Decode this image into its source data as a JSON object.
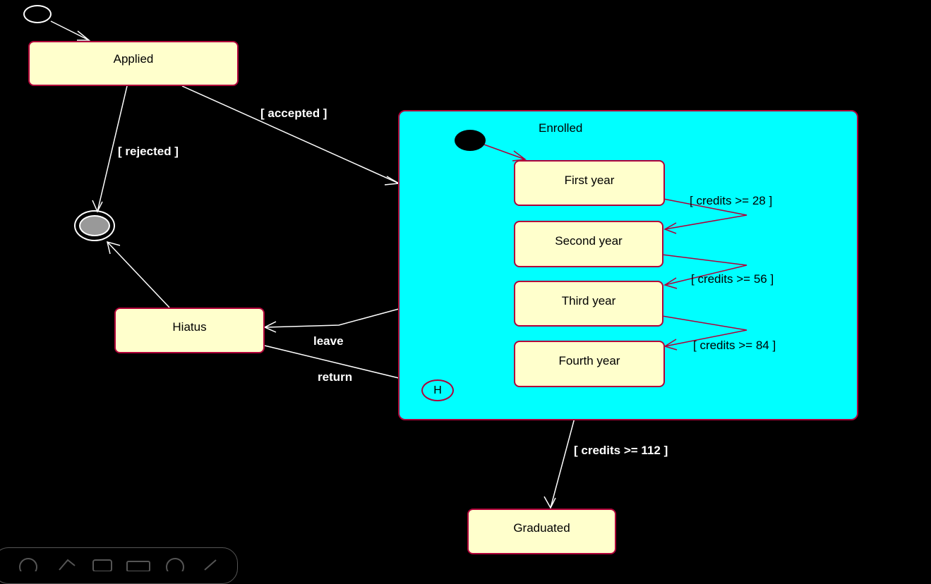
{
  "states": {
    "applied": "Applied",
    "hiatus": "Hiatus",
    "graduated": "Graduated",
    "first_year": "First year",
    "second_year": "Second year",
    "third_year": "Third year",
    "fourth_year": "Fourth year"
  },
  "composite": {
    "title": "Enrolled"
  },
  "history_marker": "H",
  "transitions": {
    "accepted": "[ accepted ]",
    "rejected": "[ rejected ]",
    "leave": "leave",
    "return": "return",
    "credits_28": "[ credits >= 28  ]",
    "credits_56": "[ credits >= 56 ]",
    "credits_84": "[ credits >= 84 ]",
    "credits_112": "[ credits >= 112 ]"
  },
  "colors": {
    "background": "#000000",
    "state_fill": "#ffffcc",
    "state_border": "#b0003a",
    "composite_fill": "#00ffff",
    "white_arrow": "#ffffff",
    "dark_arrow": "#b0003a"
  },
  "toolbar": {
    "icons": [
      "play-icon",
      "pen-icon",
      "screenshot-icon",
      "image-icon",
      "more-icon",
      "edit-icon"
    ]
  }
}
